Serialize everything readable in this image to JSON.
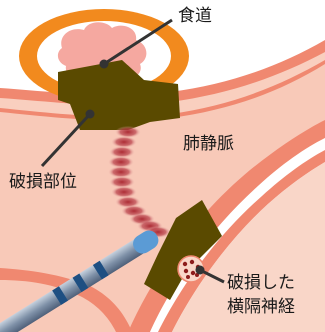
{
  "labels": {
    "esophagus": "食道",
    "pulmonary_vein": "肺静脈",
    "damaged_site": "破損部位",
    "damaged_nerve_line1": "破損した",
    "damaged_nerve_line2": "横隔神経"
  },
  "colors": {
    "tissue_wall": "#f08870",
    "tissue_fill": "#f9cfbf",
    "vein_fill": "#f8c9b8",
    "esophagus_ring": "#f28a1e",
    "esophagus_lumen": "#f5a8a0",
    "lesion": "#5a4a00",
    "ablation_dots": "#a8242e",
    "catheter_body": "#7a8ea6",
    "catheter_band": "#1e4f82",
    "catheter_tip": "#5b9bd5",
    "nerve_dot": "#8c1c1c",
    "nerve_fill": "#f9d6c8",
    "callout_line": "#333333"
  }
}
